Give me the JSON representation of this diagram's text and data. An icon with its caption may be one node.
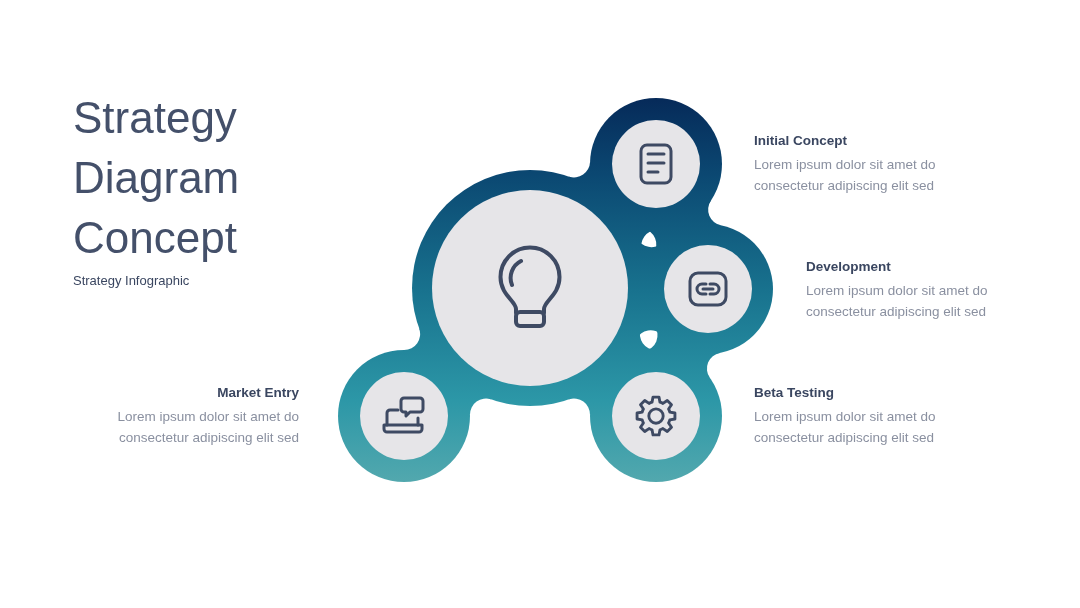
{
  "diagram": {
    "title": "Strategy Diagram Concept",
    "nodes": [
      {
        "text": [],
        "shape": "circle",
        "beside": [
          "Initial Concept",
          "Lorem ipsum dolor sit amet do consectetur adipiscing elit sed"
        ]
      },
      {
        "text": [],
        "shape": "circle"
      },
      {
        "text": [],
        "shape": "circle",
        "beside": [
          "Development",
          "Lorem ipsum dolor sit amet do consectetur adipiscing elit sed"
        ]
      },
      {
        "text": [],
        "shape": "circle",
        "beside": [
          "Market Entry",
          "Lorem ipsum dolor sit amet do consectetur adipiscing elit sed"
        ]
      },
      {
        "text": [],
        "shape": "circle",
        "beside": [
          "Beta Testing",
          "Lorem ipsum dolor sit amet do consectetur adipiscing elit sed"
        ]
      }
    ],
    "labels": [
      "Strategy Infographic"
    ]
  }
}
